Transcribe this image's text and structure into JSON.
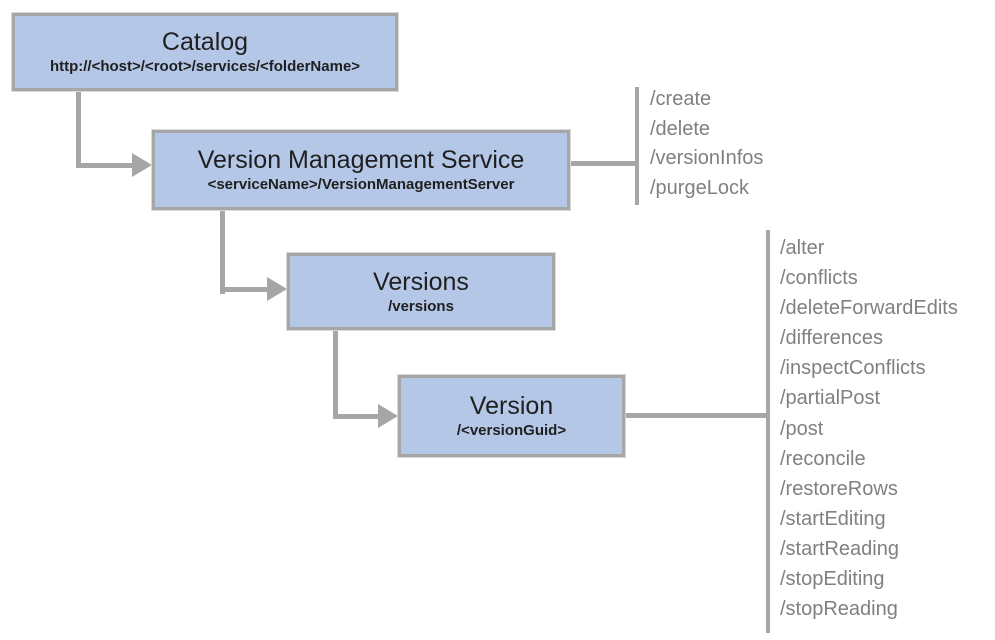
{
  "catalog": {
    "title": "Catalog",
    "subtitle": "http://<host>/<root>/services/<folderName>"
  },
  "vms": {
    "title": "Version Management Service",
    "subtitle": "<serviceName>/VersionManagementServer",
    "endpoints": [
      "/create",
      "/delete",
      "/versionInfos",
      "/purgeLock"
    ]
  },
  "versions": {
    "title": "Versions",
    "subtitle": "/versions"
  },
  "version": {
    "title": "Version",
    "subtitle": "/<versionGuid>",
    "endpoints": [
      "/alter",
      "/conflicts",
      "/deleteForwardEdits",
      "/differences",
      "/inspectConflicts",
      "/partialPost",
      "/post",
      "/reconcile",
      "/restoreRows",
      "/startEditing",
      "/startReading",
      "/stopEditing",
      "/stopReading"
    ]
  },
  "colors": {
    "node_fill": "#b4c7e7",
    "node_border": "#a6a6a6",
    "connector": "#a6a6a6",
    "endpoint_text": "#808080",
    "title_text": "#1f1f1f"
  }
}
